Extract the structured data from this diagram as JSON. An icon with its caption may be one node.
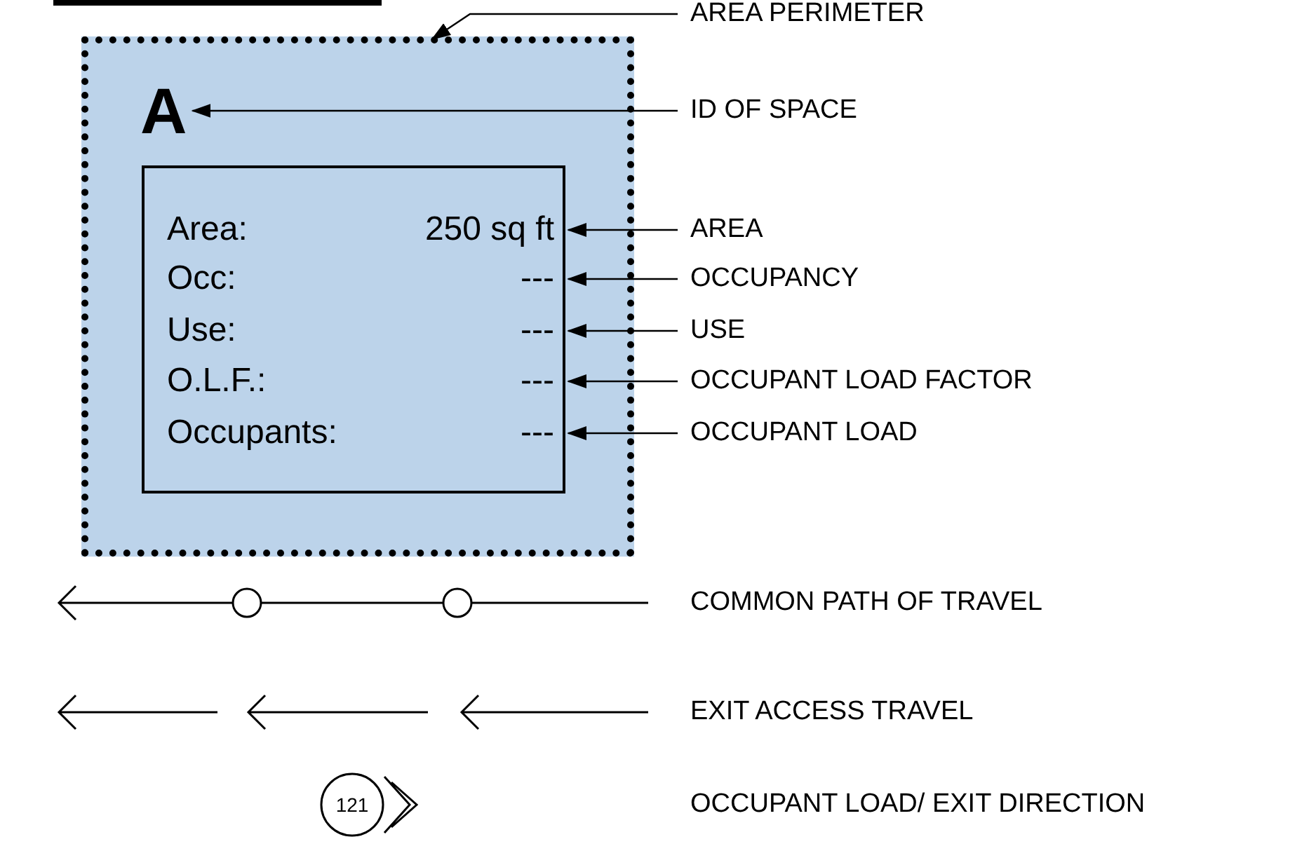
{
  "diagram": {
    "nodes": [
      {
        "text": [
          "AREA PERIMETER"
        ]
      },
      {
        "text": [],
        "shape": "box"
      },
      {
        "text": [
          "A"
        ],
        "in": 1
      },
      {
        "text": [
          "ID OF SPACE"
        ]
      },
      {
        "text": [],
        "shape": "box",
        "in": 1
      },
      {
        "text": [
          "Area:",
          "250 sq ft"
        ],
        "in": 4
      },
      {
        "text": [
          "AREA"
        ]
      },
      {
        "text": [
          "Occ:",
          "---"
        ],
        "in": 4
      },
      {
        "text": [
          "OCCUPANCY"
        ]
      },
      {
        "text": [
          "Use:",
          "---"
        ],
        "in": 4
      },
      {
        "text": [
          "USE"
        ]
      },
      {
        "text": [
          "O.L.F.:",
          "---"
        ],
        "in": 4
      },
      {
        "text": [
          "OCCUPANT LOAD FACTOR"
        ]
      },
      {
        "text": [
          "Occupants:",
          "---"
        ],
        "in": 4
      },
      {
        "text": [
          "OCCUPANT LOAD"
        ]
      }
    ],
    "edges": [
      {
        "from": 0,
        "to": 1,
        "arrow": "to"
      },
      {
        "from": 3,
        "to": 2,
        "arrow": "to"
      },
      {
        "from": 6,
        "to": 5,
        "arrow": "to"
      },
      {
        "from": 8,
        "to": 7,
        "arrow": "to"
      },
      {
        "from": 10,
        "to": 9,
        "arrow": "to"
      },
      {
        "from": 12,
        "to": 11,
        "arrow": "to"
      },
      {
        "from": 14,
        "to": 13,
        "arrow": "to"
      }
    ],
    "labels": [
      "121"
    ],
    "legend": [
      {
        "text": "COMMON PATH OF TRAVEL"
      },
      {
        "text": "EXIT ACCESS TRAVEL"
      },
      {
        "text": "OCCUPANT LOAD/ EXIT DIRECTION"
      }
    ]
  }
}
